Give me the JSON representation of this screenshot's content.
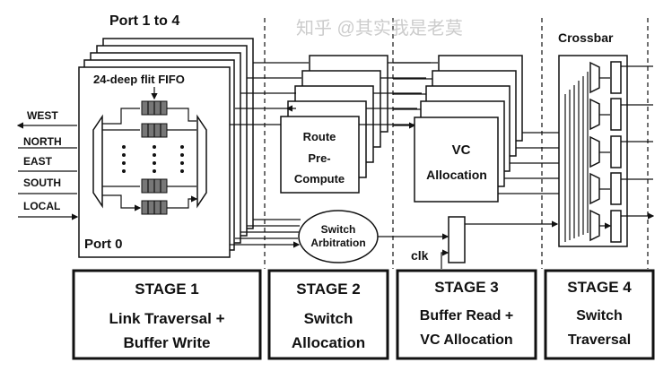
{
  "title_ports": "Port  1 to 4",
  "fifo_label": "24-deep flit FIFO",
  "port0_label": "Port 0",
  "directions": [
    "WEST",
    "NORTH",
    "EAST",
    "SOUTH",
    "LOCAL"
  ],
  "route_label": [
    "Route",
    "Pre-",
    "Compute"
  ],
  "switch_arb_label": [
    "Switch",
    "Arbitration"
  ],
  "vc_label": [
    "VC",
    "Allocation"
  ],
  "clk_label": "clk",
  "crossbar_label": "Crossbar",
  "stages": [
    {
      "title": "STAGE 1",
      "lines": [
        "Link Traversal +",
        "Buffer Write"
      ]
    },
    {
      "title": "STAGE 2",
      "lines": [
        "Switch",
        "Allocation"
      ]
    },
    {
      "title": "STAGE 3",
      "lines": [
        "Buffer Read +",
        "VC Allocation"
      ]
    },
    {
      "title": "STAGE 4",
      "lines": [
        "Switch",
        "Traversal"
      ]
    }
  ],
  "watermark": "知乎 @其实我是老莫"
}
